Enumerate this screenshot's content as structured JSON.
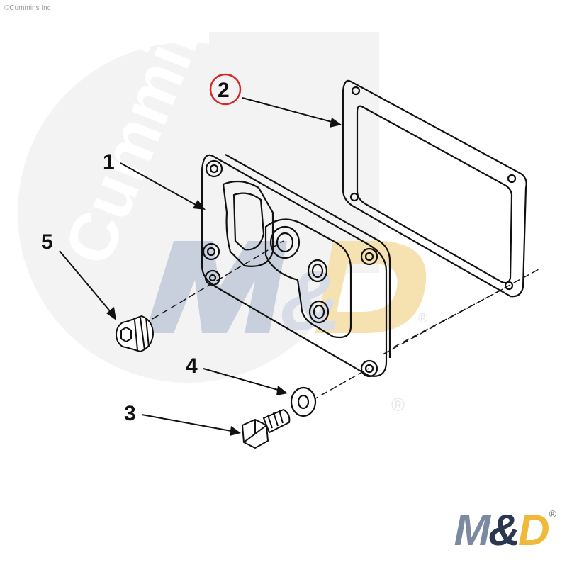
{
  "copyright": "©Cummins Inc",
  "watermark": {
    "brand_text": "Cummins",
    "logo_text": "M&D",
    "registered": "®"
  },
  "callouts": [
    {
      "number": "1",
      "part": "cover-plate"
    },
    {
      "number": "2",
      "part": "gasket",
      "highlighted": true
    },
    {
      "number": "3",
      "part": "cap-screw"
    },
    {
      "number": "4",
      "part": "washer"
    },
    {
      "number": "5",
      "part": "plug"
    }
  ],
  "corner_logo": {
    "m": "M",
    "amp": "&",
    "d": "D",
    "registered": "®"
  },
  "colors": {
    "highlight_circle": "#d42a2a",
    "watermark_light": "#eeeeee",
    "watermark_blue": "#c3cad8",
    "watermark_gold": "#f6e1ae",
    "logo_slate": "#7b8aa0",
    "logo_navy": "#2b3650",
    "logo_gold": "#f0b93a",
    "line_art": "#111111"
  }
}
